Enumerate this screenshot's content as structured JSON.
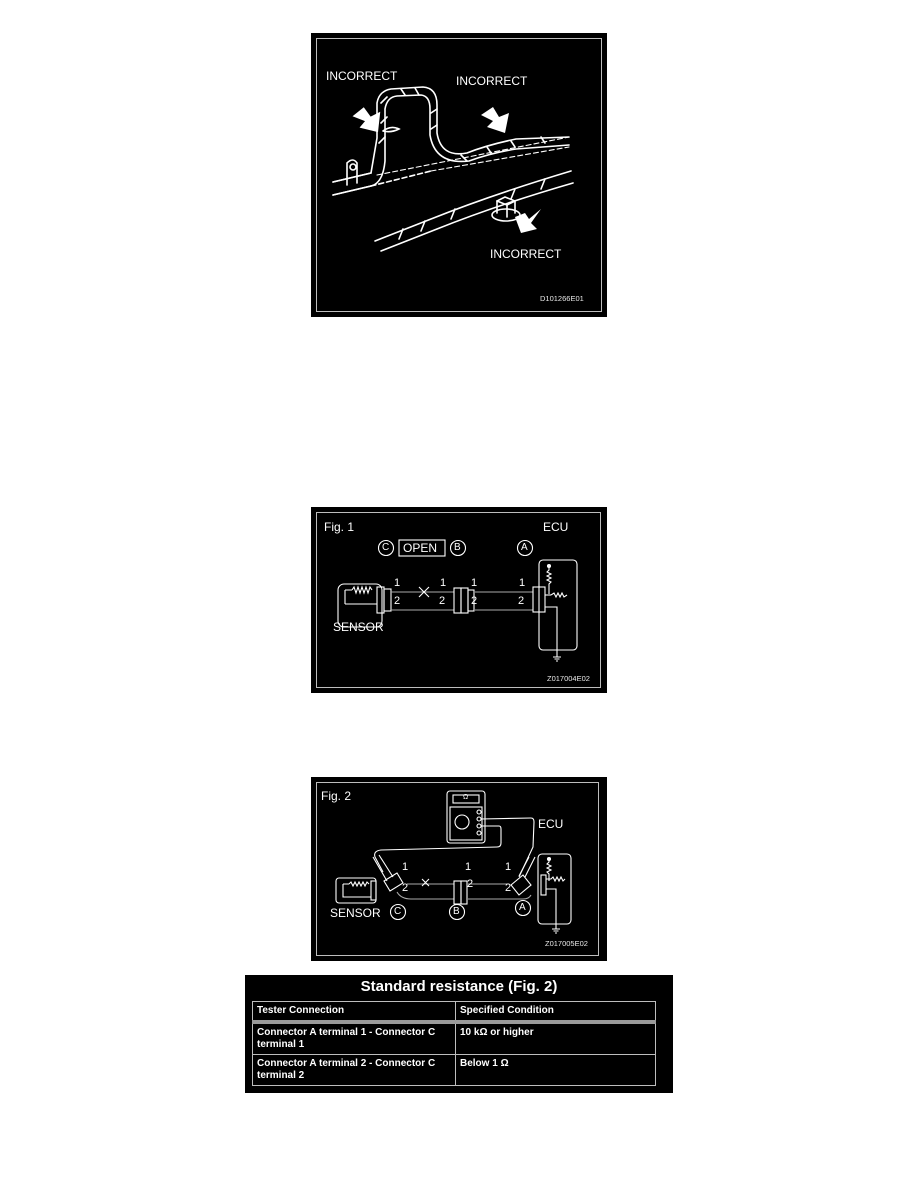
{
  "figure_top": {
    "labels": {
      "incorrect_left": "INCORRECT",
      "incorrect_right": "INCORRECT",
      "incorrect_bottom": "INCORRECT"
    },
    "code": "D101266E01"
  },
  "figure_1": {
    "title": "Fig. 1",
    "ecu_label": "ECU",
    "open_label": "OPEN",
    "connectors": {
      "a": "A",
      "b": "B",
      "c": "C"
    },
    "terminals": {
      "t1": "1",
      "t2": "2"
    },
    "sensor_label": "SENSOR",
    "code": "Z017004E02"
  },
  "figure_2": {
    "title": "Fig. 2",
    "ecu_label": "ECU",
    "meter_symbol": "Ω",
    "connectors": {
      "a": "A",
      "b": "B",
      "c": "C"
    },
    "terminals": {
      "t1": "1",
      "t2": "2"
    },
    "sensor_label": "SENSOR",
    "code": "Z017005E02"
  },
  "resistance_table": {
    "title": "Standard resistance (Fig. 2)",
    "headers": [
      "Tester Connection",
      "Specified Condition"
    ],
    "rows": [
      [
        "Connector A terminal 1 - Connector C terminal 1",
        "10 kΩ or higher"
      ],
      [
        "Connector A terminal 2 - Connector C terminal 2",
        "Below 1 Ω"
      ]
    ]
  }
}
